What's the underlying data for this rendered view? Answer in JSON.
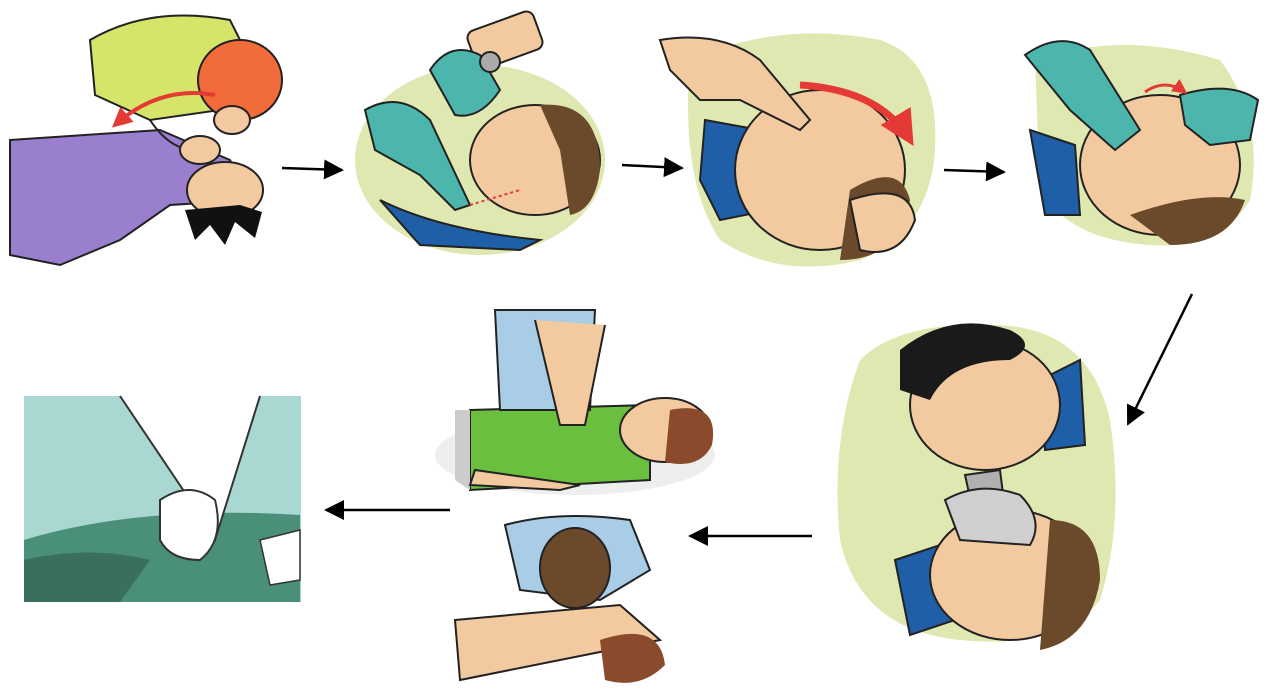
{
  "diagram": {
    "steps": [
      {
        "icon": "check-breathing-look-listen-feel"
      },
      {
        "icon": "check-carotid-pulse-gloved-hand"
      },
      {
        "icon": "head-tilt-two-finger-chin"
      },
      {
        "icon": "gloved-hands-open-airway"
      },
      {
        "icon": "rescue-breath-bag-mask"
      },
      {
        "icon": "cpr-compressions-and-breaths"
      },
      {
        "icon": "hands-chest-compression-closeup"
      }
    ],
    "flow_order": [
      1,
      2,
      3,
      4,
      5,
      6,
      7
    ],
    "colors": {
      "glove": "#4db6ac",
      "sleeve_blue": "#1e5fa8",
      "highlight_green": "#dfe8b0",
      "accent_red": "#e53935",
      "shirt_green": "#6abf3e",
      "shirt_purple": "#9b7fcf",
      "shirt_yellow": "#d6e46a",
      "arrow": "#000000"
    }
  }
}
